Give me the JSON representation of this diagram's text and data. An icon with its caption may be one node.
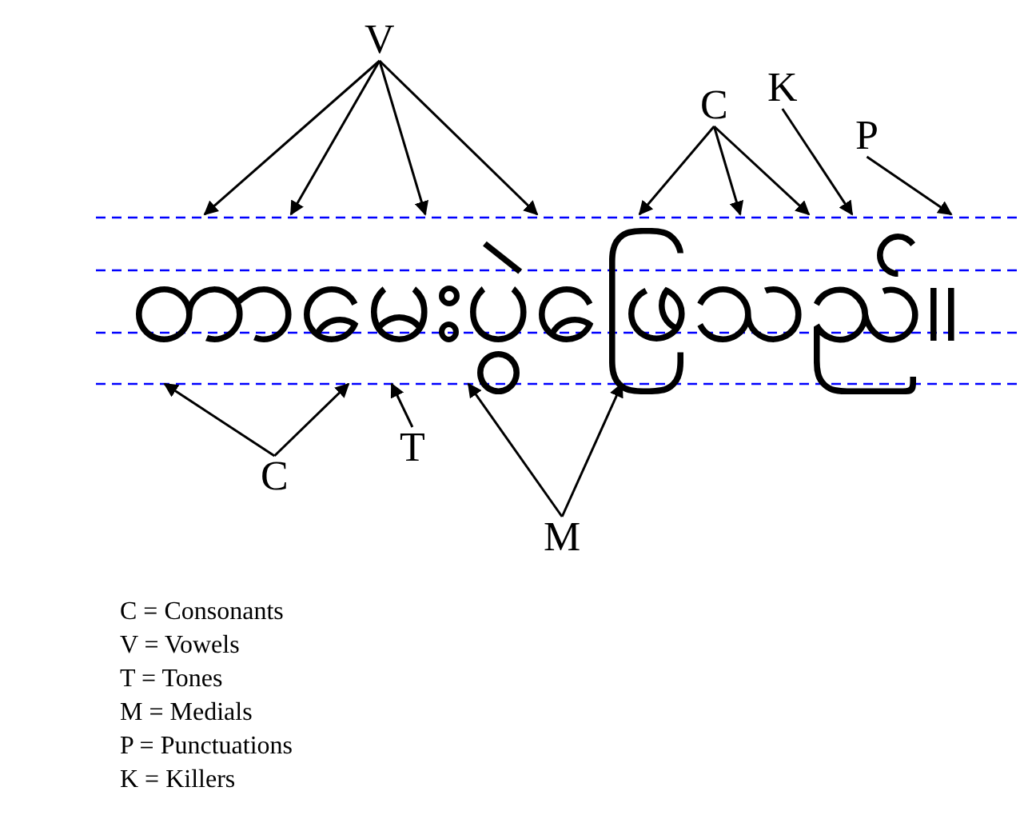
{
  "diagram": {
    "nodes": [
      {
        "text": [
          "V"
        ]
      },
      {
        "text": [
          "C"
        ]
      },
      {
        "text": [
          "K"
        ]
      },
      {
        "text": [
          "P"
        ]
      },
      {
        "text": [
          "C"
        ]
      },
      {
        "text": [
          "T"
        ]
      },
      {
        "text": [
          "M"
        ]
      },
      {
        "text": [
          "တာမေးပွဲဖြေသည်။"
        ]
      }
    ],
    "edges": [
      {
        "from": 0,
        "to": 7,
        "arrow": "to"
      },
      {
        "from": 0,
        "to": 7,
        "arrow": "to"
      },
      {
        "from": 0,
        "to": 7,
        "arrow": "to"
      },
      {
        "from": 0,
        "to": 7,
        "arrow": "to"
      },
      {
        "from": 1,
        "to": 7,
        "arrow": "to"
      },
      {
        "from": 1,
        "to": 7,
        "arrow": "to"
      },
      {
        "from": 1,
        "to": 7,
        "arrow": "to"
      },
      {
        "from": 2,
        "to": 7,
        "arrow": "to"
      },
      {
        "from": 3,
        "to": 7,
        "arrow": "to"
      },
      {
        "from": 4,
        "to": 7,
        "arrow": "to"
      },
      {
        "from": 4,
        "to": 7,
        "arrow": "to"
      },
      {
        "from": 5,
        "to": 7,
        "arrow": "to"
      },
      {
        "from": 6,
        "to": 7,
        "arrow": "to"
      },
      {
        "from": 6,
        "to": 7,
        "arrow": "to"
      }
    ],
    "labels": [
      "C = Consonants",
      "V = Vowels",
      "T = Tones",
      "M = Medials",
      "P = Punctuations",
      "K = Killers"
    ]
  }
}
